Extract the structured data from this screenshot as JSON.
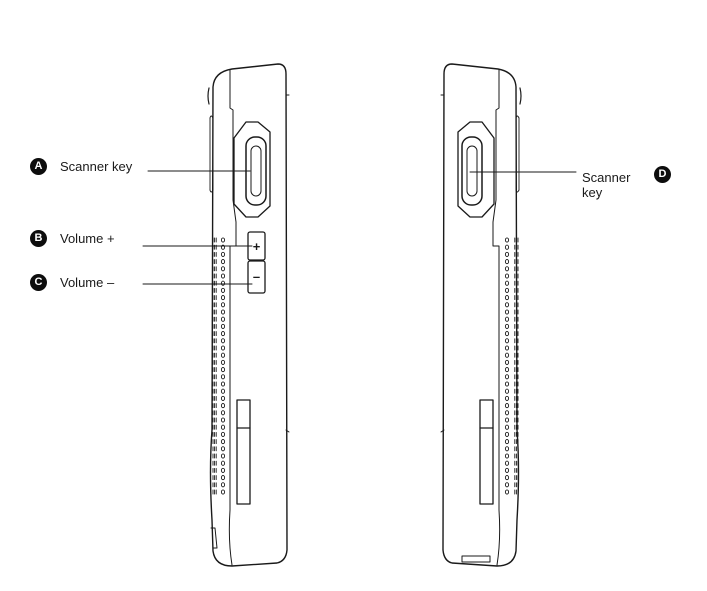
{
  "callouts": {
    "a": {
      "badge": "A",
      "label": "Scanner key"
    },
    "b": {
      "badge": "B",
      "label": "Volume +"
    },
    "c": {
      "badge": "C",
      "label": "Volume –"
    },
    "d": {
      "badge": "D",
      "label_line1": "Scanner",
      "label_line2": "key"
    }
  },
  "buttons": {
    "volume_up_glyph": "+",
    "volume_down_glyph": "–"
  },
  "colors": {
    "outline": "#1a1a1a",
    "background": "#ffffff",
    "badge_fill": "#0d0d0d",
    "badge_text": "#ffffff"
  },
  "icons": {
    "badge_shape": "filled-circle-letter",
    "speaker_grille": "slots-and-dots",
    "callout_line": "horizontal-leader"
  }
}
